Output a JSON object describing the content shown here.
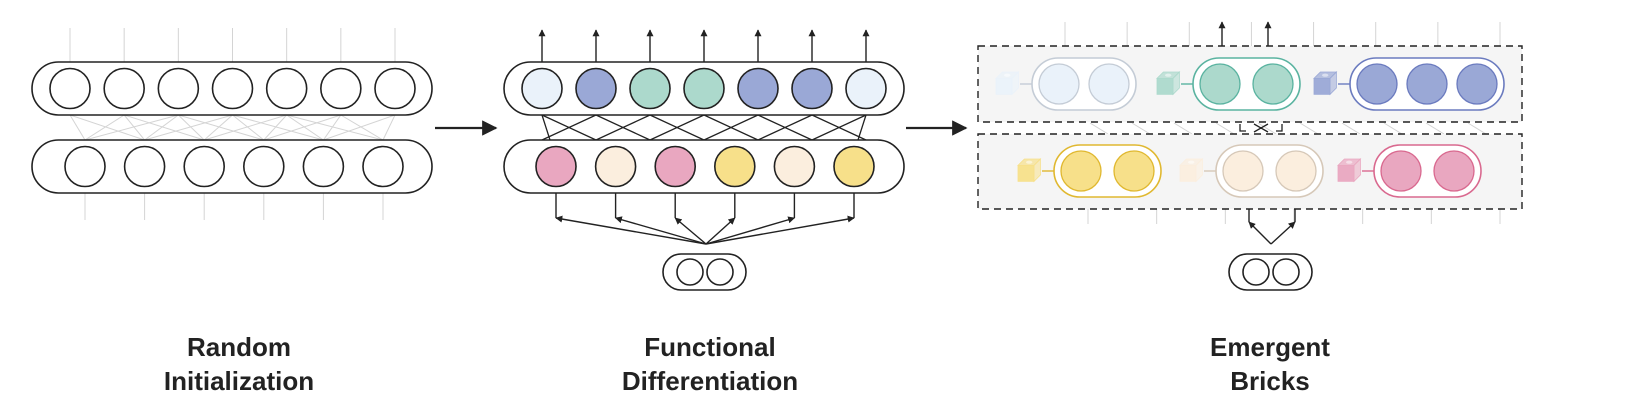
{
  "captions": {
    "stage1": {
      "line1": "Random",
      "line2": "Initialization"
    },
    "stage2": {
      "line1": "Functional",
      "line2": "Differentiation"
    },
    "stage3": {
      "line1": "Emergent",
      "line2": "Bricks"
    }
  },
  "colors": {
    "stroke": "#222222",
    "faint": "#d4d4d4",
    "panel": "#f5f5f5",
    "blue": "#9aa8d6",
    "blue_outline": "#6b7bbf",
    "green": "#acd9cc",
    "green_outline": "#5ab3a0",
    "pale_blue": "#eaf2fa",
    "pale_blue_outline": "#c4ccd6",
    "pink": "#e9a7c0",
    "pink_outline": "#d9698f",
    "cream": "#fbeede",
    "cream_outline": "#d6c8b8",
    "yellow": "#f7e08a",
    "yellow_outline": "#e0b830"
  },
  "stages": {
    "random": {
      "top_neurons": 7,
      "bottom_neurons": 6
    },
    "functional": {
      "top_neuron_colors": [
        "pale_blue",
        "blue",
        "green",
        "green",
        "blue",
        "blue",
        "pale_blue"
      ],
      "bottom_neuron_colors": [
        "pink",
        "cream",
        "pink",
        "yellow",
        "cream",
        "yellow"
      ],
      "input_neurons": 2
    },
    "bricks": {
      "top_groups": [
        {
          "color": "pale_blue",
          "outline": "pale_blue_outline",
          "count": 2,
          "icon": "pale-blue-brick-icon"
        },
        {
          "color": "green",
          "outline": "green_outline",
          "count": 2,
          "icon": "green-brick-icon"
        },
        {
          "color": "blue",
          "outline": "blue_outline",
          "count": 3,
          "icon": "blue-brick-icon"
        }
      ],
      "bottom_groups": [
        {
          "color": "yellow",
          "outline": "yellow_outline",
          "count": 2,
          "icon": "yellow-brick-icon"
        },
        {
          "color": "cream",
          "outline": "cream_outline",
          "count": 2,
          "icon": "cream-brick-icon"
        },
        {
          "color": "pink",
          "outline": "pink_outline",
          "count": 2,
          "icon": "pink-brick-icon"
        }
      ],
      "input_neurons": 2
    }
  }
}
